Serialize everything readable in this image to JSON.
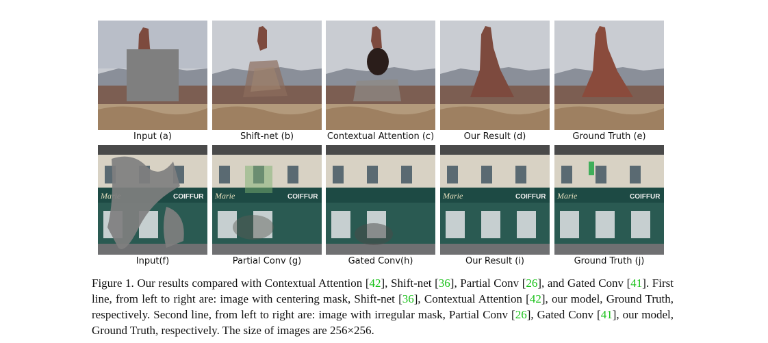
{
  "figure": {
    "rows": [
      {
        "panels": [
          {
            "label": "Input (a)",
            "variant": "masked"
          },
          {
            "label": "Shift-net (b)",
            "variant": "blurry"
          },
          {
            "label": "Contextual Attention (c)",
            "variant": "artifact"
          },
          {
            "label": "Our Result (d)",
            "variant": "clean"
          },
          {
            "label": "Ground Truth (e)",
            "variant": "clean"
          }
        ]
      },
      {
        "panels": [
          {
            "label": "Input(f)",
            "variant": "masked"
          },
          {
            "label": "Partial Conv (g)",
            "variant": "smudged"
          },
          {
            "label": "Gated Conv(h)",
            "variant": "smudged"
          },
          {
            "label": "Our Result (i)",
            "variant": "clean"
          },
          {
            "label": "Ground Truth (j)",
            "variant": "clean"
          }
        ]
      }
    ],
    "storefront_signs": {
      "left": "Marie",
      "right": "COIFFUR"
    },
    "caption": {
      "prefix": "Figure 1. Our results compared with Contextual Attention [",
      "parts": [
        {
          "t": "42",
          "ref": true
        },
        {
          "t": "], Shift-net [",
          "ref": false
        },
        {
          "t": "36",
          "ref": true
        },
        {
          "t": "], Partial Conv [",
          "ref": false
        },
        {
          "t": "26",
          "ref": true
        },
        {
          "t": "], and Gated Conv [",
          "ref": false
        },
        {
          "t": "41",
          "ref": true
        },
        {
          "t": "]. First line, from left to right are: image with centering mask, Shift-net [",
          "ref": false
        },
        {
          "t": "36",
          "ref": true
        },
        {
          "t": "], Contextual Attention [",
          "ref": false
        },
        {
          "t": "42",
          "ref": true
        },
        {
          "t": "], our model, Ground Truth, respectively. Second line, from left to right are: image with irregular mask, Partial Conv [",
          "ref": false
        },
        {
          "t": "26",
          "ref": true
        },
        {
          "t": "], Gated Conv [",
          "ref": false
        },
        {
          "t": "41",
          "ref": true
        },
        {
          "t": "], our model, Ground Truth, respectively. The size of images are 256×256.",
          "ref": false
        }
      ]
    },
    "colors": {
      "reference": "#19c119",
      "mask": "#7f7f7f"
    }
  }
}
